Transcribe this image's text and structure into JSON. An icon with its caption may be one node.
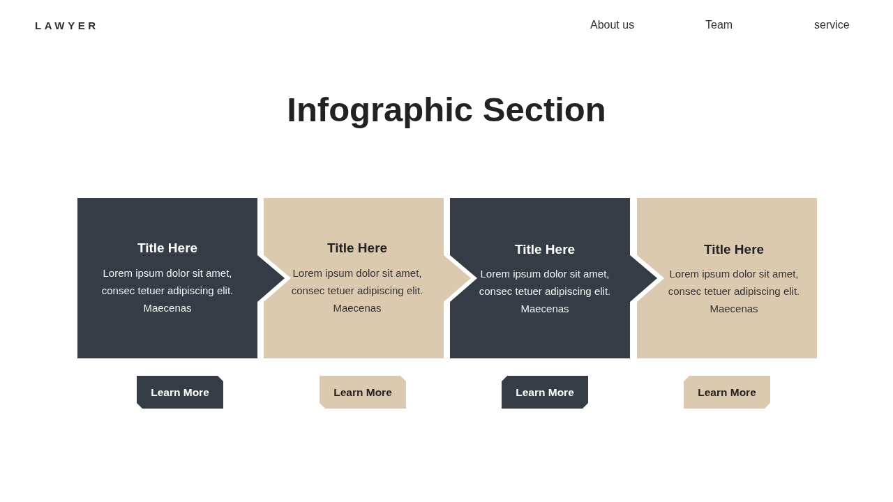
{
  "diagram": {
    "title": "Infographic Section",
    "nodes": [
      {
        "text": [
          "Title Here",
          "Lorem ipsum dolor sit amet, consec tetuer adipiscing elit. Maecenas"
        ]
      },
      {
        "text": [
          "Title Here",
          "Lorem ipsum dolor sit amet, consec tetuer adipiscing elit. Maecenas"
        ]
      },
      {
        "text": [
          "Title Here",
          "Lorem ipsum dolor sit amet, consec tetuer adipiscing elit. Maecenas"
        ]
      },
      {
        "text": [
          "Title Here",
          "Lorem ipsum dolor sit amet, consec tetuer adipiscing elit. Maecenas"
        ]
      },
      {
        "text": [
          "Learn More"
        ]
      },
      {
        "text": [
          "Learn More"
        ]
      },
      {
        "text": [
          "Learn More"
        ]
      },
      {
        "text": [
          "Learn More"
        ]
      }
    ],
    "labels": [
      "LAWYER",
      "About us",
      "Team",
      "service"
    ]
  }
}
